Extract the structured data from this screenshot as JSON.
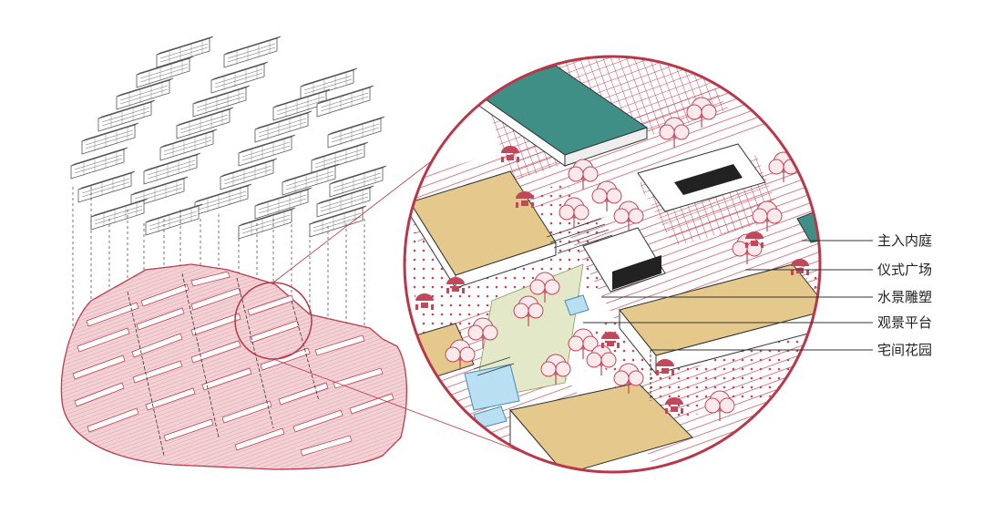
{
  "labels": [
    {
      "id": "main-courtyard",
      "text": "主入内庭"
    },
    {
      "id": "ceremony-plaza",
      "text": "仪式广场"
    },
    {
      "id": "water-sculpture",
      "text": "水景雕塑"
    },
    {
      "id": "viewing-platform",
      "text": "观景平台"
    },
    {
      "id": "garden",
      "text": "宅间花园"
    }
  ],
  "colors": {
    "accent": "#b8384a",
    "site_fill": "#f3d2d6",
    "roof_teal": "#3f8f86",
    "roof_tan": "#e4c88c",
    "water": "#b9dff2",
    "path_green": "#e3e9c8",
    "line": "#333333"
  }
}
